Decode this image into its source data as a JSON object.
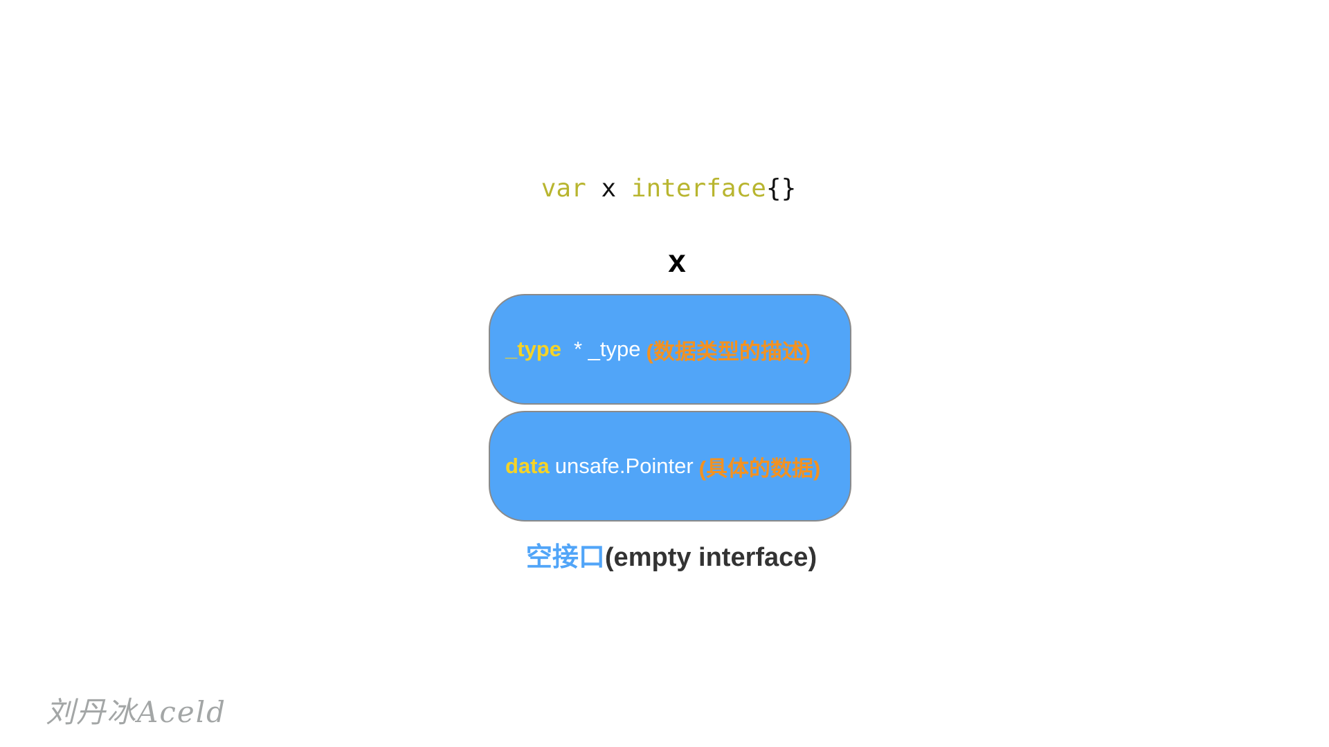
{
  "code": {
    "keyword_var": "var",
    "identifier": "x",
    "type_keyword": "interface",
    "braces": "{}"
  },
  "variable_label": "x",
  "fields": [
    {
      "name": "_type",
      "type": "* _type",
      "description": "(数据类型的描述)"
    },
    {
      "name": "data",
      "type": "unsafe.Pointer",
      "description": "(具体的数据)"
    }
  ],
  "caption": {
    "zh": "空接口",
    "en": "(empty interface)"
  },
  "watermark": "刘丹冰Aceld",
  "colors": {
    "keyword": "#b8b52f",
    "box_fill": "#51a5f8",
    "box_border": "#8a8a8a",
    "field_name": "#f5d327",
    "field_type": "#ffffff",
    "field_desc": "#f39221",
    "caption_zh": "#51a5f8",
    "caption_en": "#333333",
    "watermark": "#a3a6a6"
  }
}
